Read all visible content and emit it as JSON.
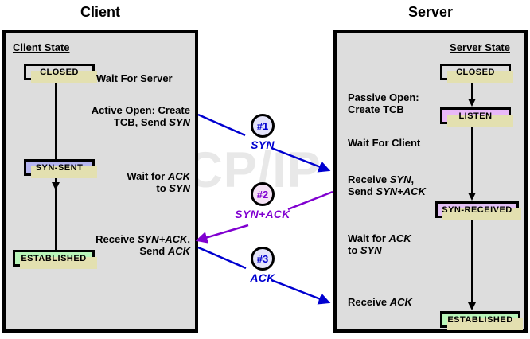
{
  "diagram": {
    "watermark": "The TCP/IP Guide",
    "client_title": "Client",
    "server_title": "Server"
  },
  "colors": {
    "panel_bg": "#dddddd",
    "box_shadow": "#e3e0b0",
    "closed_fill": "#dddddd",
    "syn_sent_fill": "#b5b5f0",
    "listen_fill": "#e8b8f8",
    "syn_received_fill": "#e3c0f5",
    "established_fill": "#b9f5b9",
    "arrow_blue": "#0000d0",
    "arrow_purple": "#8000d0",
    "badge1_fill": "#e4e4fa",
    "badge2_fill": "#f5e2f5",
    "badge3_fill": "#e4e4fa"
  },
  "client": {
    "heading": "Client State",
    "states": [
      {
        "label": "CLOSED"
      },
      {
        "label": "SYN-SENT"
      },
      {
        "label": "ESTABLISHED"
      }
    ],
    "steps": [
      {
        "lines": [
          "Wait For Server"
        ]
      },
      {
        "lines": [
          "Active Open: Create",
          "TCB, Send SYN"
        ]
      },
      {
        "lines": [
          "Wait for ACK",
          "to SYN"
        ]
      },
      {
        "lines": [
          "Receive SYN+ACK,",
          "Send ACK"
        ]
      }
    ]
  },
  "server": {
    "heading": "Server State",
    "states": [
      {
        "label": "CLOSED"
      },
      {
        "label": "LISTEN"
      },
      {
        "label": "SYN-RECEIVED"
      },
      {
        "label": "ESTABLISHED"
      }
    ],
    "steps": [
      {
        "lines": [
          "Passive Open:",
          "Create TCB"
        ]
      },
      {
        "lines": [
          "Wait For Client"
        ]
      },
      {
        "lines": [
          "Receive SYN,",
          "Send SYN+ACK"
        ]
      },
      {
        "lines": [
          "Wait for ACK",
          "to SYN"
        ]
      },
      {
        "lines": [
          "Receive ACK"
        ]
      }
    ]
  },
  "messages": [
    {
      "badge": "#1",
      "label": "SYN",
      "direction": "client-to-server",
      "color": "#0000d0"
    },
    {
      "badge": "#2",
      "label": "SYN+ACK",
      "direction": "server-to-client",
      "color": "#8000d0"
    },
    {
      "badge": "#3",
      "label": "ACK",
      "direction": "client-to-server",
      "color": "#0000d0"
    }
  ]
}
